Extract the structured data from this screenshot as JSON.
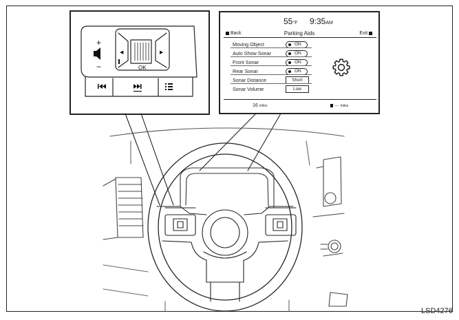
{
  "figure_code": "LSD4276",
  "switch_panel": {
    "volume_up": "+",
    "volume_down": "−",
    "ok_label": "OK",
    "left_arrow": "◀",
    "right_arrow": "▶"
  },
  "screen": {
    "temperature": "55",
    "temperature_unit": "°F",
    "time": "9:35",
    "time_suffix": "AM",
    "back_label": "Back",
    "title": "Parking Aids",
    "exit_label": "Exit",
    "settings": [
      {
        "label": "Moving Object",
        "value": "ON",
        "kind": "toggle"
      },
      {
        "label": "Auto Show Sonar",
        "value": "ON",
        "kind": "toggle"
      },
      {
        "label": "Front Sonar",
        "value": "ON",
        "kind": "toggle"
      },
      {
        "label": "Rear Sonar",
        "value": "ON",
        "kind": "toggle"
      },
      {
        "label": "Sonar Distance",
        "value": "Short",
        "kind": "select"
      },
      {
        "label": "Sonar Volume",
        "value": "Low",
        "kind": "select"
      }
    ],
    "footer_left_value": "16",
    "footer_left_unit": "miles",
    "footer_right_value": "----",
    "footer_right_unit": "miles",
    "icon": "gear-icon"
  }
}
